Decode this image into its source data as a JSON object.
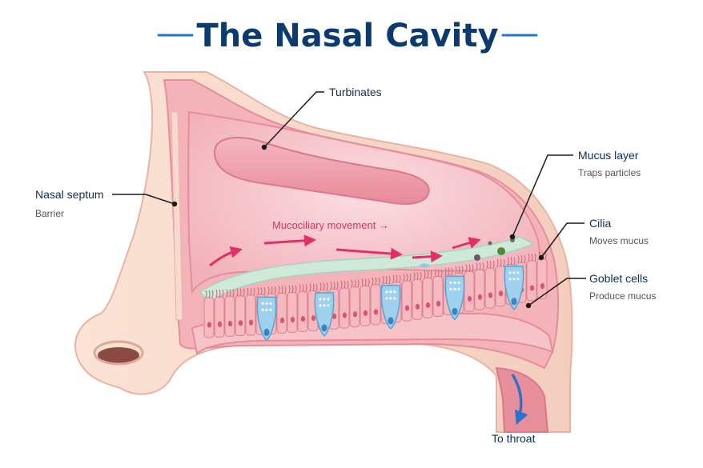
{
  "title": "The Nasal Cavity",
  "labels": {
    "turbinates": {
      "name": "Turbinates"
    },
    "mucus_layer": {
      "name": "Mucus layer",
      "desc": "Traps particles"
    },
    "nasal_septum": {
      "name": "Nasal septum",
      "desc": "Barrier"
    },
    "cilia": {
      "name": "Cilia",
      "desc": "Moves mucus"
    },
    "goblet_cells": {
      "name": "Goblet cells",
      "desc": "Produce mucus"
    },
    "mucociliary": {
      "name": "Mucociliary movement →"
    },
    "throat": {
      "name": "To throat"
    }
  },
  "colors": {
    "title": "#0b3a6e",
    "accent": "#2a74c9",
    "tissue_outer": "#f6d7c8",
    "tissue_mid": "#f3b3b9",
    "tissue_inner": "#e88f9c",
    "cavity": "#f8c9cf",
    "turbinate": "#ef9fae",
    "mucus": "#cfe9d9",
    "goblet": "#9fd0ec",
    "arrow": "#e0306a",
    "line": "#1a1a1a",
    "text_dark": "#0f2d52",
    "text_muted": "#555555"
  }
}
